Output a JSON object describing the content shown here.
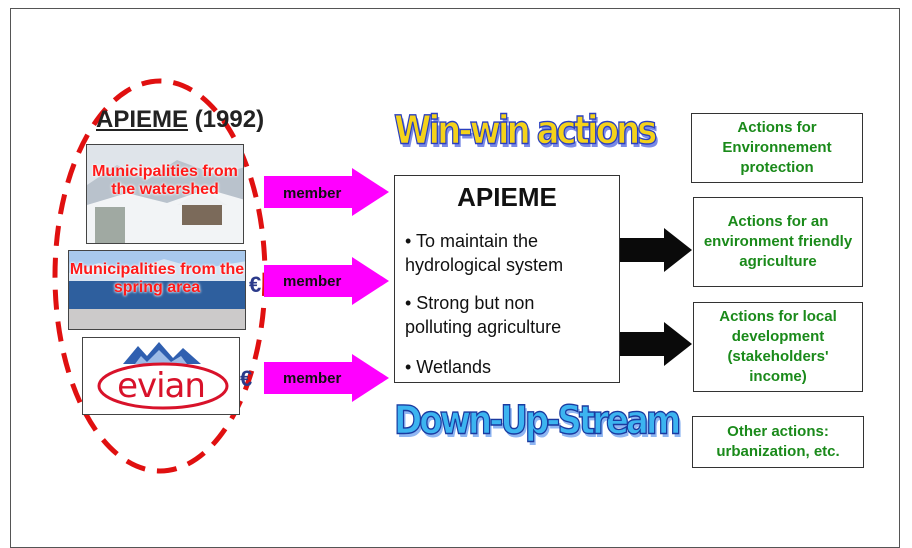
{
  "title": {
    "name": "APIEME",
    "year": "(1992)"
  },
  "members": [
    {
      "label": "Municipalities from the watershed",
      "arrow_label": "member",
      "euro": ""
    },
    {
      "label": "Municipalities from the spring area",
      "arrow_label": "member",
      "euro": "€"
    },
    {
      "label": "evian",
      "arrow_label": "member",
      "euro": "€"
    }
  ],
  "center": {
    "title": "APIEME",
    "bullets": [
      "• To maintain the",
      "hydrological system",
      "• Strong but non",
      "polluting agriculture",
      "• Wetlands"
    ]
  },
  "wordart": {
    "top": "Win-win actions",
    "bottom": "Down-Up-Stream"
  },
  "actions": [
    "Actions for Environnement protection",
    "Actions for an environment friendly agriculture",
    "Actions for local development (stakeholders' income)",
    "Other actions: urbanization, etc."
  ],
  "colors": {
    "member_arrow": "#ff00ff",
    "action_text": "#1a8a1a",
    "dashed_ellipse": "#e01010",
    "municipality_text": "#ff1a1a",
    "euro": "#2b3a8a"
  }
}
